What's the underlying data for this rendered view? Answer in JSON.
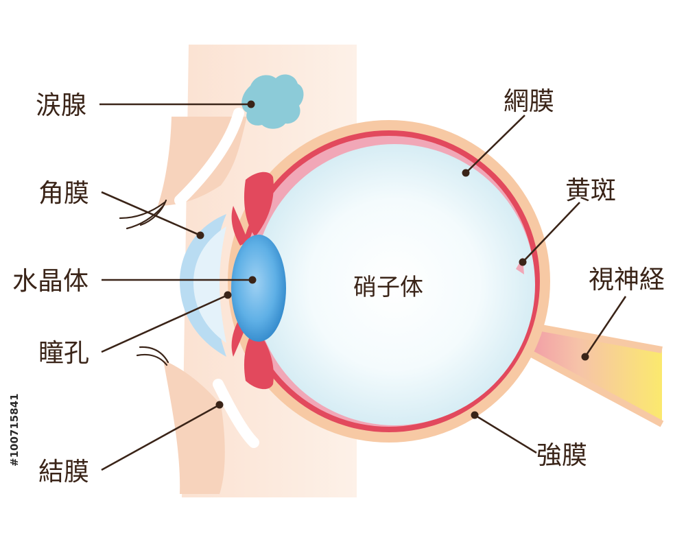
{
  "labels": {
    "lacrimal_gland": "涙腺",
    "cornea": "角膜",
    "lens": "水晶体",
    "pupil": "瞳孔",
    "conjunctiva": "結膜",
    "retina": "網膜",
    "macula": "黄斑",
    "optic_nerve": "視神経",
    "sclera": "強膜",
    "vitreous_body": "硝子体"
  },
  "image_id_text": "#100715841",
  "colors": {
    "skin": "#f9d9c3",
    "sclera": "#f7c9a4",
    "retina_red": "#e2495d",
    "choroid_pink": "#f1a7b7",
    "vitreous": "#d8eef5",
    "lens_blue": "#3f9ad8",
    "cornea_blue": "#b9dcf2",
    "lacrimal": "#8ccbd8",
    "optic_nerve_yellow": "#fbe47a",
    "text": "#3a2418"
  }
}
